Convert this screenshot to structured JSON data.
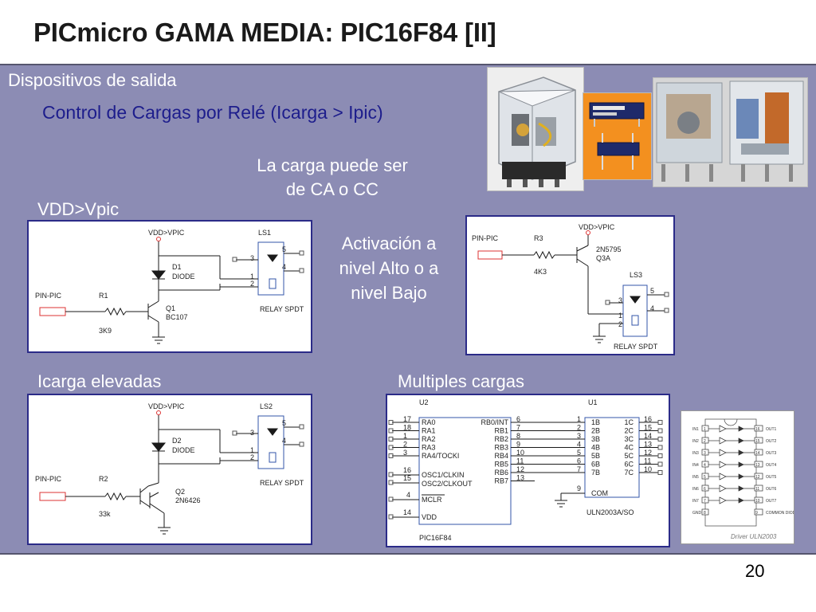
{
  "slide": {
    "title": "PICmicro GAMA MEDIA: PIC16F84 [II]",
    "section": "Dispositivos de salida",
    "subtitle": "Control de Cargas por Relé (Icarga > Ipic)",
    "load_note": [
      "La carga puede ser",
      "de CA o CC"
    ],
    "activation_note": [
      "Activación a",
      "nivel Alto o a",
      "nivel Bajo"
    ],
    "label_vdd_vpic": "VDD>Vpic",
    "label_icarga": "Icarga elevadas",
    "label_multiples": "Multiples cargas",
    "page_number": "20"
  },
  "circuit1": {
    "vdd": "VDD>VPIC",
    "relay": "LS1",
    "pin5": "5",
    "pin3": "3",
    "pin4": "4",
    "pin1": "1",
    "pin2": "2",
    "diode": "D1",
    "diode_type": "DIODE",
    "pin_pic": "PIN-PIC",
    "resistor": "R1",
    "resistor_value": "3K9",
    "transistor": "Q1",
    "transistor_type": "BC107",
    "relay_type": "RELAY SPDT"
  },
  "circuit2": {
    "vdd": "VDD>VPIC",
    "pin_pic": "PIN-PIC",
    "resistor": "R3",
    "transistor_type": "2N5795",
    "transistor": "Q3A",
    "resistor_value": "4K3",
    "relay": "LS3",
    "pin5": "5",
    "pin3": "3",
    "pin4": "4",
    "pin1": "1",
    "pin2": "2",
    "relay_type": "RELAY SPDT"
  },
  "circuit3": {
    "vdd": "VDD>VPIC",
    "relay": "LS2",
    "pin5": "5",
    "pin3": "3",
    "pin4": "4",
    "pin1": "1",
    "pin2": "2",
    "diode": "D2",
    "diode_type": "DIODE",
    "pin_pic": "PIN-PIC",
    "resistor": "R2",
    "resistor_value": "33k",
    "transistor": "Q2",
    "transistor_type": "2N6426",
    "relay_type": "RELAY SPDT"
  },
  "circuit4": {
    "u2": "U2",
    "u1": "U1",
    "pic_name": "PIC16F84",
    "uln_name": "ULN2003A/SO",
    "pic_left": [
      {
        "num": "17",
        "name": "RA0"
      },
      {
        "num": "18",
        "name": "RA1"
      },
      {
        "num": "1",
        "name": "RA2"
      },
      {
        "num": "2",
        "name": "RA3"
      },
      {
        "num": "3",
        "name": "RA4/TOCKI"
      }
    ],
    "pic_osc": [
      {
        "num": "16",
        "name": "OSC1/CLKIN"
      },
      {
        "num": "15",
        "name": "OSC2/CLKOUT"
      }
    ],
    "pic_mclr": {
      "num": "4",
      "name": "MCLR"
    },
    "pic_vdd": {
      "num": "14",
      "name": "VDD"
    },
    "pic_right": [
      {
        "num": "6",
        "name": "RB0/INT"
      },
      {
        "num": "7",
        "name": "RB1"
      },
      {
        "num": "8",
        "name": "RB2"
      },
      {
        "num": "9",
        "name": "RB3"
      },
      {
        "num": "10",
        "name": "RB4"
      },
      {
        "num": "11",
        "name": "RB5"
      },
      {
        "num": "12",
        "name": "RB6"
      },
      {
        "num": "13",
        "name": "RB7"
      }
    ],
    "uln_in": [
      {
        "num": "1",
        "name": "1B"
      },
      {
        "num": "2",
        "name": "2B"
      },
      {
        "num": "3",
        "name": "3B"
      },
      {
        "num": "4",
        "name": "4B"
      },
      {
        "num": "5",
        "name": "5B"
      },
      {
        "num": "6",
        "name": "6B"
      },
      {
        "num": "7",
        "name": "7B"
      }
    ],
    "uln_out": [
      {
        "num": "16",
        "name": "1C"
      },
      {
        "num": "15",
        "name": "2C"
      },
      {
        "num": "14",
        "name": "3C"
      },
      {
        "num": "13",
        "name": "4C"
      },
      {
        "num": "12",
        "name": "5C"
      },
      {
        "num": "11",
        "name": "6C"
      },
      {
        "num": "10",
        "name": "7C"
      }
    ],
    "uln_com": {
      "num": "9",
      "name": "COM"
    }
  },
  "uln_driver": {
    "inputs": [
      {
        "label": "IN1",
        "pin": "1"
      },
      {
        "label": "IN2",
        "pin": "2"
      },
      {
        "label": "IN3",
        "pin": "3"
      },
      {
        "label": "IN4",
        "pin": "4"
      },
      {
        "label": "IN5",
        "pin": "5"
      },
      {
        "label": "IN6",
        "pin": "6"
      },
      {
        "label": "IN7",
        "pin": "7"
      },
      {
        "label": "GND",
        "pin": "8"
      }
    ],
    "outputs": [
      {
        "label": "OUT1",
        "pin": "16"
      },
      {
        "label": "OUT2",
        "pin": "15"
      },
      {
        "label": "OUT3",
        "pin": "14"
      },
      {
        "label": "OUT4",
        "pin": "13"
      },
      {
        "label": "OUT5",
        "pin": "12"
      },
      {
        "label": "OUT6",
        "pin": "11"
      },
      {
        "label": "OUT7",
        "pin": "10"
      },
      {
        "label": "COMMON DIODE",
        "pin": "9"
      }
    ],
    "caption": "Driver ULN2003"
  },
  "colors": {
    "panel": "#8c8cb4",
    "accent_text": "#1d1d8c",
    "schematic_border": "#2b2b88",
    "wire": "#1a1a1a"
  }
}
